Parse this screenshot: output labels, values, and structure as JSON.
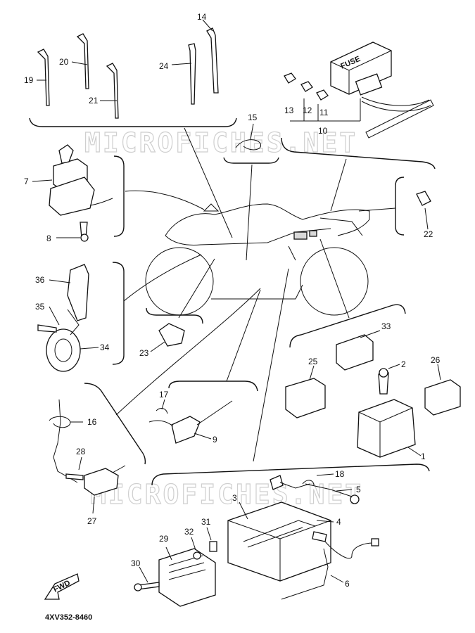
{
  "watermark": "MICROFICHES.NET",
  "fuse_label": "FUSE",
  "fwd_label": "FWD",
  "drawing_number": "4XV352-8460",
  "callouts": {
    "p1": "1",
    "p2": "2",
    "p3": "3",
    "p4": "4",
    "p5": "5",
    "p6": "6",
    "p7": "7",
    "p8": "8",
    "p9": "9",
    "p10": "10",
    "p11": "11",
    "p12": "12",
    "p13": "13",
    "p14": "14",
    "p15": "15",
    "p16": "16",
    "p17": "17",
    "p18": "18",
    "p19": "19",
    "p20": "20",
    "p21": "21",
    "p22": "22",
    "p23": "23",
    "p24": "24",
    "p25": "25",
    "p26": "26",
    "p27": "27",
    "p28": "28",
    "p29": "29",
    "p30": "30",
    "p31": "31",
    "p32": "32",
    "p33": "33",
    "p34": "34",
    "p35": "35",
    "p36": "36"
  }
}
